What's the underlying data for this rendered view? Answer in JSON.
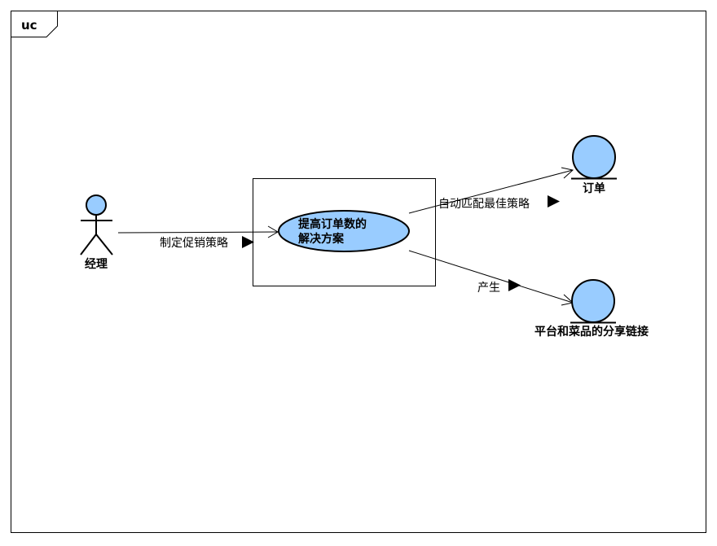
{
  "frame": {
    "tag": "uc"
  },
  "actor": {
    "name": "经理"
  },
  "use_case": {
    "line1": "提高订单数的",
    "line2": "解决方案"
  },
  "entities": {
    "order": "订单",
    "share_link": "平台和菜品的分享链接"
  },
  "associations": {
    "actor_to_usecase": "制定促销策略",
    "usecase_to_order": "自动匹配最佳策略",
    "usecase_to_link": "产生"
  },
  "colors": {
    "fill": "#99ccff",
    "stroke": "#000000"
  }
}
